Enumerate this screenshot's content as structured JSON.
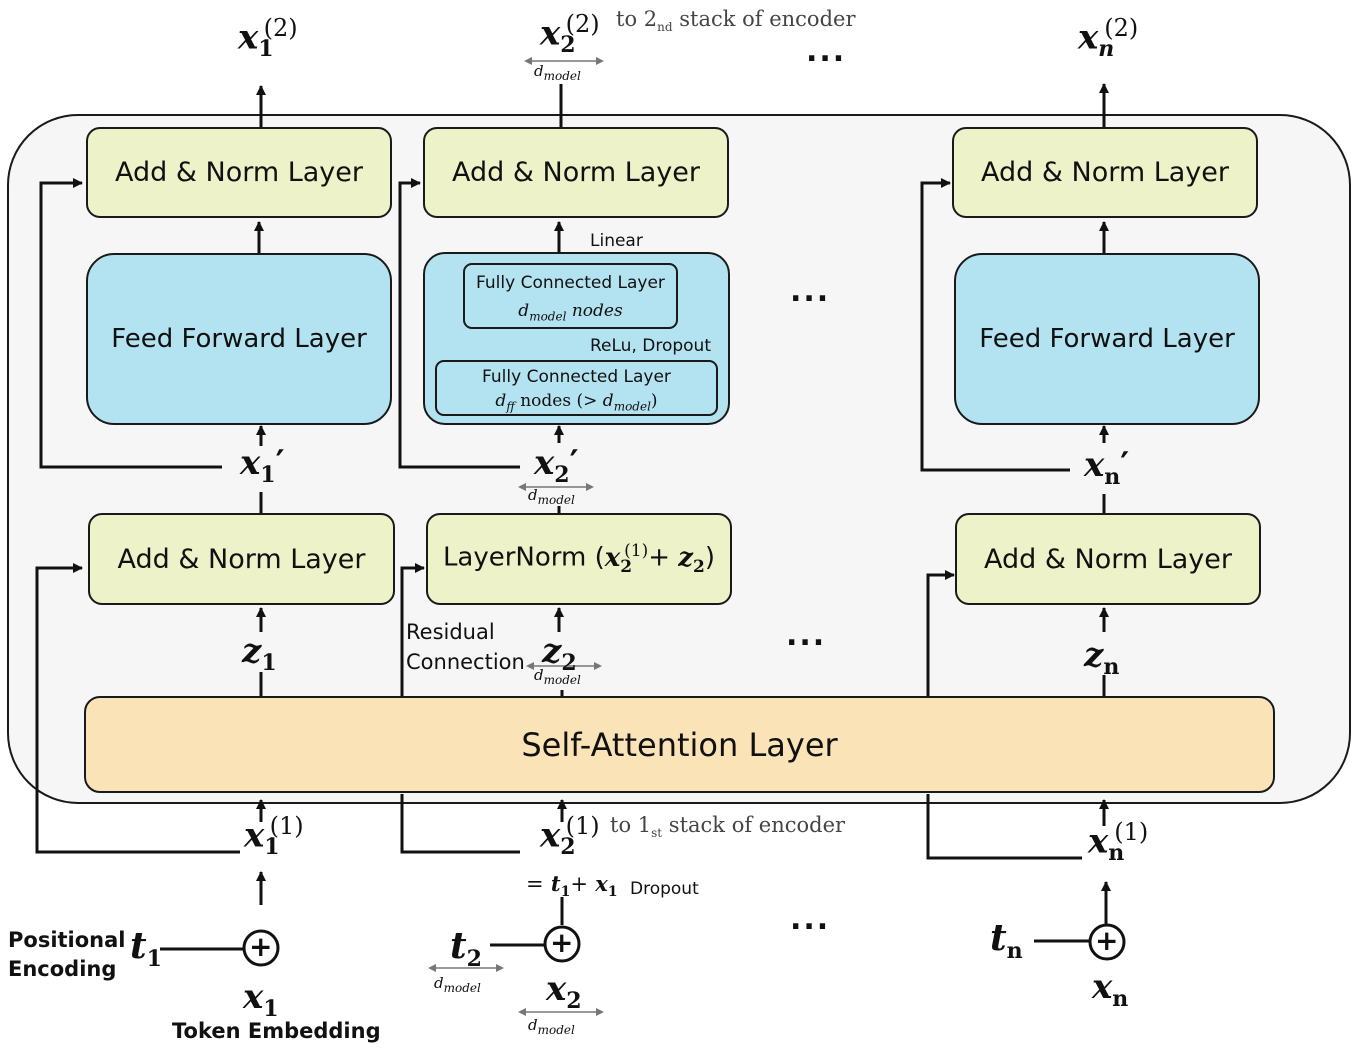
{
  "boxes": {
    "add_norm_top": "Add & Norm Layer",
    "add_norm_mid": "Add & Norm Layer",
    "feed_forward": "Feed Forward Layer",
    "layernorm_prefix": "LayerNorm (",
    "self_attention": "Self-Attention Layer",
    "fc_top_title": "Fully Connected Layer",
    "fc_top_nodes": "nodes",
    "fc_bottom_title": "Fully Connected Layer",
    "fc_bottom_nodes": "nodes"
  },
  "labels": {
    "linear": "Linear",
    "relu_dropout": "ReLu, Dropout",
    "residual": "Residual",
    "connection": "Connection",
    "to_2nd_stack_pre": "to 2",
    "to_2nd_stack_sub": "nd",
    "to_2nd_stack_post": "stack of encoder",
    "to_1st_stack_pre": "to 1",
    "to_1st_stack_sub": "st",
    "to_1st_stack_post": "stack of encoder",
    "dropout": "Dropout",
    "positional": "Positional",
    "encoding": "Encoding",
    "token_embedding": "Token Embedding",
    "ellipsis": "..."
  },
  "symbols": {
    "x": "x",
    "z": "z",
    "t": "t",
    "d": "d",
    "idx1": "1",
    "idx2": "2",
    "idxn": "n",
    "layer1": "(1)",
    "layer2": "(2)",
    "prime": "′",
    "model": "model",
    "ff": "ff",
    "plus": "+",
    "eq": "=",
    "gt": ">",
    "lparen": "(",
    "rparen": ")"
  }
}
